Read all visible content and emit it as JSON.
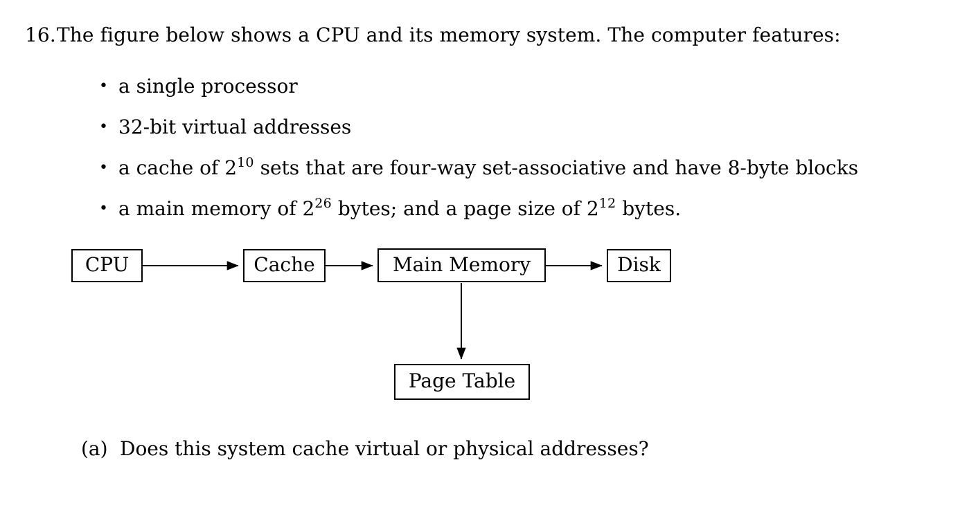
{
  "problem": {
    "number": "16.",
    "statement": "The figure below shows a CPU and its memory system. The computer features:"
  },
  "features": [
    {
      "bullet": "•",
      "parts": [
        {
          "type": "text",
          "value": "a single processor"
        }
      ]
    },
    {
      "bullet": "•",
      "parts": [
        {
          "type": "text",
          "value": "32-bit virtual addresses"
        }
      ]
    },
    {
      "bullet": "•",
      "parts": [
        {
          "type": "text",
          "value": "a cache of 2"
        },
        {
          "type": "sup",
          "value": "10"
        },
        {
          "type": "text",
          "value": " sets that are four-way set-associative and have 8-byte blocks"
        }
      ]
    },
    {
      "bullet": "•",
      "parts": [
        {
          "type": "text",
          "value": "a main memory of 2"
        },
        {
          "type": "sup",
          "value": "26"
        },
        {
          "type": "text",
          "value": " bytes; and a page size of 2"
        },
        {
          "type": "sup",
          "value": "12"
        },
        {
          "type": "text",
          "value": " bytes."
        }
      ]
    }
  ],
  "diagram": {
    "nodes": {
      "cpu": "CPU",
      "cache": "Cache",
      "main_memory": "Main Memory",
      "disk": "Disk",
      "page_table": "Page Table"
    },
    "edges": [
      {
        "from": "cpu",
        "to": "cache",
        "direction": "right"
      },
      {
        "from": "cache",
        "to": "main_memory",
        "direction": "right"
      },
      {
        "from": "main_memory",
        "to": "disk",
        "direction": "right"
      },
      {
        "from": "main_memory",
        "to": "page_table",
        "direction": "down"
      }
    ],
    "stroke_color": "#000000",
    "fill_color": "#ffffff"
  },
  "subquestion": {
    "label": "(a)",
    "text": "Does this system cache virtual or physical addresses?"
  }
}
